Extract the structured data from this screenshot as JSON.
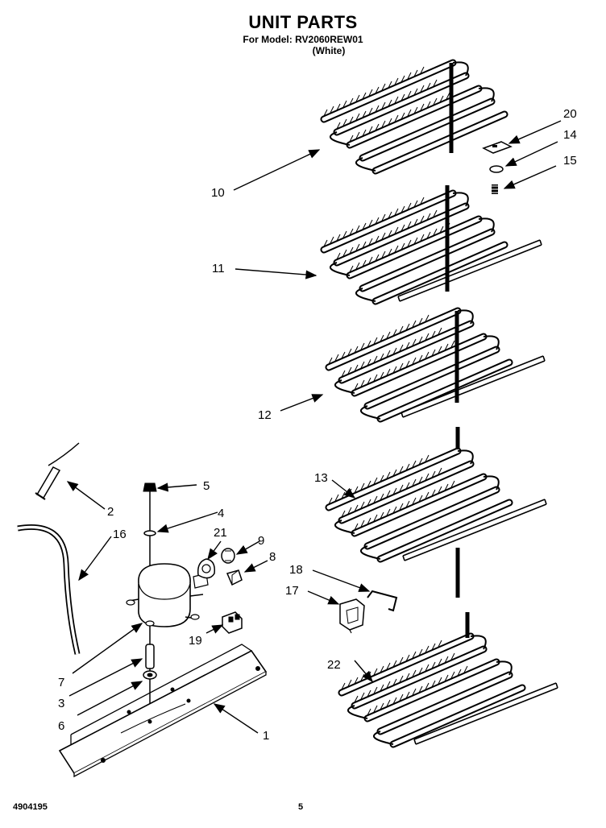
{
  "header": {
    "title": "UNIT PARTS",
    "subtitle": "For Model: RV2060REW01",
    "variant": "(White)"
  },
  "callouts": {
    "c1": "1",
    "c2": "2",
    "c3": "3",
    "c4": "4",
    "c5": "5",
    "c6": "6",
    "c7": "7",
    "c8": "8",
    "c9": "9",
    "c10": "10",
    "c11": "11",
    "c12": "12",
    "c13": "13",
    "c14": "14",
    "c15": "15",
    "c16": "16",
    "c17": "17",
    "c18": "18",
    "c19": "19",
    "c20": "20",
    "c21": "21",
    "c22": "22"
  },
  "footer": {
    "doc_number": "4904195",
    "page_number": "5"
  }
}
